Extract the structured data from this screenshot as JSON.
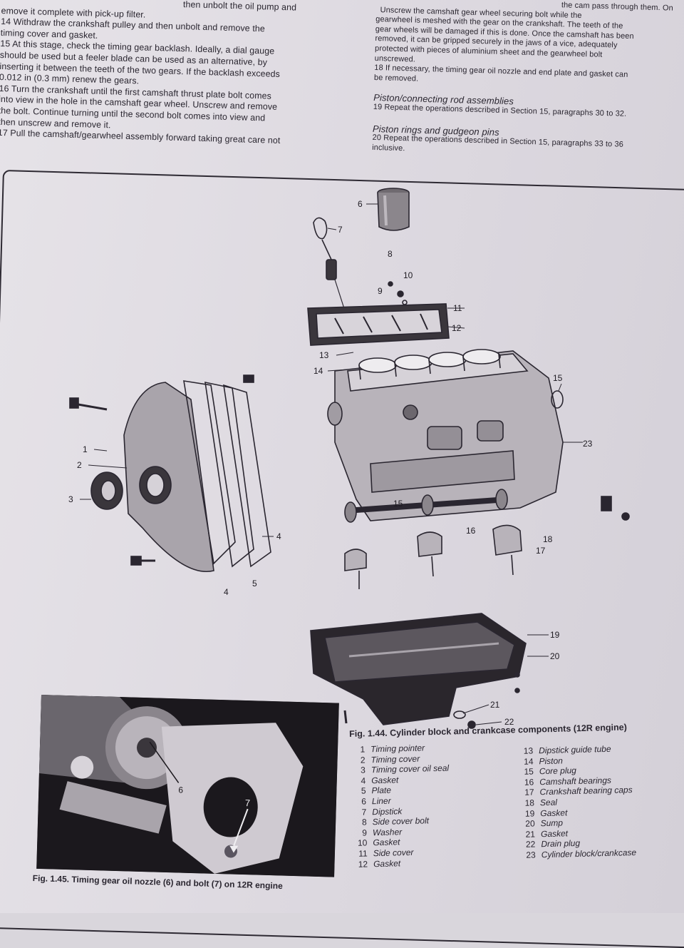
{
  "left_column": [
    "emove it complete with pick-up filter.",
    "14 Withdraw the crankshaft pulley and then unbolt and remove the",
    "timing cover and gasket.",
    "15 At this stage, check the timing gear backlash. Ideally, a dial gauge",
    "should be used but a feeler blade can be used as an alternative, by",
    "inserting it between the teeth of the two gears. If the backlash exceeds",
    "0.012 in (0.3 mm) renew the gears.",
    "16 Turn the crankshaft until the first camshaft thrust plate bolt comes",
    "into view in the hole in the camshaft gear wheel. Unscrew and remove",
    "the bolt. Continue turning until the second bolt comes into view and",
    "then unscrew and remove it.",
    "17 Pull the camshaft/gearwheel assembly forward taking great care not"
  ],
  "left_top_fragment": "then unbolt the oil pump and",
  "right_column": {
    "top_fragment": "the cam pass through them. On",
    "lines": [
      "gearwheel is meshed with the gear on the crankshaft. The teeth of the",
      "gear wheels will be damaged if this is done. Once the camshaft has been",
      "removed, it can be gripped securely in the jaws of a vice, adequately",
      "protected with pieces of aluminium sheet and the gearwheel bolt",
      "unscrewed.",
      "18 If necessary, the timing gear oil nozzle and end plate and gasket can",
      "be removed."
    ],
    "first_line": "Unscrew the camshaft gear wheel securing bolt while the",
    "section1_heading": "Piston/connecting rod assemblies",
    "section1_text": "19 Repeat the operations described in Section 15, paragraphs 30 to 32.",
    "section2_heading": "Piston rings and gudgeon pins",
    "section2_text_1": "20 Repeat the operations described in Section 15, paragraphs 33 to 36",
    "section2_text_2": "inclusive."
  },
  "figure": {
    "callouts": [
      "1",
      "2",
      "3",
      "4",
      "4",
      "5",
      "6",
      "7",
      "8",
      "9",
      "10",
      "11",
      "12",
      "13",
      "14",
      "15",
      "15",
      "16",
      "17",
      "18",
      "19",
      "20",
      "21",
      "22",
      "23"
    ],
    "caption": "Fig. 1.44. Cylinder block and crankcase components (12R engine)",
    "legend_left": [
      {
        "n": "1",
        "label": "Timing pointer"
      },
      {
        "n": "2",
        "label": "Timing cover"
      },
      {
        "n": "3",
        "label": "Timing cover oil seal"
      },
      {
        "n": "4",
        "label": "Gasket"
      },
      {
        "n": "5",
        "label": "Plate"
      },
      {
        "n": "6",
        "label": "Liner"
      },
      {
        "n": "7",
        "label": "Dipstick"
      },
      {
        "n": "8",
        "label": "Side cover bolt"
      },
      {
        "n": "9",
        "label": "Washer"
      },
      {
        "n": "10",
        "label": "Gasket"
      },
      {
        "n": "11",
        "label": "Side cover"
      },
      {
        "n": "12",
        "label": "Gasket"
      }
    ],
    "legend_right": [
      {
        "n": "13",
        "label": "Dipstick guide tube"
      },
      {
        "n": "14",
        "label": "Piston"
      },
      {
        "n": "15",
        "label": "Core plug"
      },
      {
        "n": "16",
        "label": "Camshaft bearings"
      },
      {
        "n": "17",
        "label": "Crankshaft bearing caps"
      },
      {
        "n": "18",
        "label": "Seal"
      },
      {
        "n": "19",
        "label": "Gasket"
      },
      {
        "n": "20",
        "label": "Sump"
      },
      {
        "n": "21",
        "label": "Gasket"
      },
      {
        "n": "22",
        "label": "Drain plug"
      },
      {
        "n": "23",
        "label": "Cylinder block/crankcase"
      }
    ]
  },
  "photo": {
    "callout_6": "6",
    "callout_7": "7",
    "caption": "Fig. 1.45. Timing gear oil nozzle (6) and bolt (7) on 12R engine"
  }
}
